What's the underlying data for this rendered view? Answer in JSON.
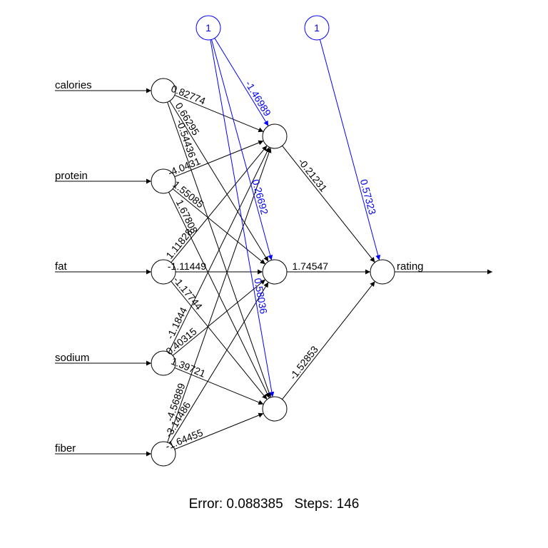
{
  "diagram": {
    "type": "neural-network",
    "colors": {
      "weights": "#000000",
      "bias": "#0000ff",
      "node_stroke": "#000000"
    },
    "inputs": [
      "calories",
      "protein",
      "fat",
      "sodium",
      "fiber"
    ],
    "output": "rating",
    "hidden_count": 3,
    "bias_label": "1",
    "weights_input_hidden": [
      [
        "0.82774",
        "0.66295",
        "-0.54436"
      ],
      [
        "-4.0431",
        "1.55085",
        "1.67808"
      ],
      [
        "1.11828",
        "-1.11449",
        "-1.17744"
      ],
      [
        "-1.1844",
        "0.40315",
        "1.39721"
      ],
      [
        "-4.56889",
        "-3.14486",
        "-1.64455"
      ]
    ],
    "bias_hidden": [
      "-1.46989",
      "0.26692",
      "0.58036"
    ],
    "weights_hidden_output": [
      "-0.21231",
      "1.74547",
      "-1.52853"
    ],
    "bias_output": "0.57323"
  },
  "footer": {
    "error_label": "Error:",
    "error_value": "0.088385",
    "steps_label": "Steps:",
    "steps_value": "146"
  }
}
